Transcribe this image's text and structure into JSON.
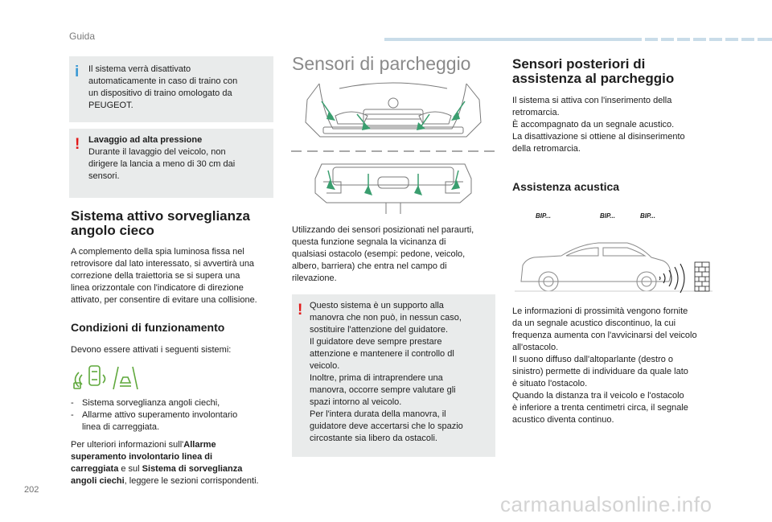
{
  "header": {
    "section": "Guida"
  },
  "page_number": "202",
  "watermark": "carmanualsonline.info",
  "col1": {
    "info_note": {
      "icon": "info-icon",
      "lines": [
        "Il sistema verrà disattivato",
        "automaticamente in caso di traino con",
        "un dispositivo di traino omologato da",
        "PEUGEOT."
      ]
    },
    "warning_note": {
      "icon": "warning-icon",
      "title": "Lavaggio ad alta pressione",
      "lines": [
        "Durante il lavaggio del veicolo, non",
        "dirigere la lancia a meno di 30 cm dai",
        "sensori."
      ]
    },
    "heading_lines": [
      "Sistema attivo sorveglianza",
      "angolo cieco"
    ],
    "intro_lines": [
      "A complemento della spia luminosa fissa nel",
      "retrovisore dal lato interessato, si avvertirà una",
      "correzione della traiettoria se si supera una",
      "linea orizzontale con l'indicatore di direzione",
      "attivato, per consentire di evitare una collisione."
    ],
    "conditions": {
      "heading": "Condizioni di funzionamento",
      "intro": "Devono essere attivati i seguenti sistemi:",
      "items": [
        {
          "dash": "-",
          "lines": [
            "Sistema sorveglianza angoli ciechi,"
          ]
        },
        {
          "dash": "-",
          "lines": [
            "Allarme attivo superamento involontario",
            "linea di carreggiata."
          ]
        }
      ],
      "ref": {
        "line1_plain": "Per ulteriori informazioni sull'",
        "line1_bold": "Allarme",
        "line2_bold": "superamento involontario linea di",
        "line3_bold": "carreggiata",
        "line3_plain": " e sul ",
        "line3_bold2": "Sistema di sorveglianza",
        "line4_bold": "angoli ciechi",
        "line4_plain": ", leggere le sezioni corrispondenti."
      }
    }
  },
  "col2": {
    "title": "Sensori di parcheggio",
    "body_lines": [
      "Utilizzando dei sensori posizionati nel paraurti,",
      "questa funzione segnala la vicinanza di",
      "qualsiasi ostacolo (esempi: pedone, veicolo,",
      "albero, barriera) che entra nel campo di",
      "rilevazione."
    ],
    "warning_note": {
      "icon": "warning-icon",
      "lines": [
        "Questo sistema è un supporto alla",
        "manovra che non può, in nessun caso,",
        "sostituire l'attenzione del guidatore.",
        "Il guidatore deve sempre prestare",
        "attenzione e mantenere il controllo dl",
        "veicolo.",
        "Inoltre, prima di intraprendere una",
        "manovra, occorre sempre valutare gli",
        "spazi intorno al veicolo.",
        "Per l'intera durata della manovra, il",
        "guidatore deve accertarsi che lo spazio",
        "circostante sia libero da ostacoli."
      ]
    }
  },
  "col3": {
    "heading_lines": [
      "Sensori posteriori di",
      "assistenza al parcheggio"
    ],
    "intro_lines": [
      "Il sistema si attiva con l'inserimento della",
      "retromarcia.",
      "È accompagnato da un segnale acustico.",
      "La disattivazione si ottiene al disinserimento",
      "della retromarcia."
    ],
    "subheading": "Assistenza acustica",
    "beeps": [
      "BIP...",
      "BIP...",
      "BIP..."
    ],
    "body_lines": [
      "Le informazioni di prossimità vengono fornite",
      "da un segnale acustico discontinuo, la cui",
      "frequenza aumenta con l'avvicinarsi del veicolo",
      "all'ostacolo.",
      "Il suono diffuso dall'altoparlante (destro o",
      "sinistro) permette di individuare da quale lato",
      "è situato l'ostacolo.",
      "Quando la distanza tra il veicolo e l'ostacolo",
      "è inferiore a trenta centimetri circa, il segnale",
      "acustico diventa continuo."
    ]
  },
  "colors": {
    "info": "#3b99d4",
    "warning": "#e21a1a",
    "note_bg": "#e9ebeb",
    "header_bar": "#c9dce9"
  }
}
